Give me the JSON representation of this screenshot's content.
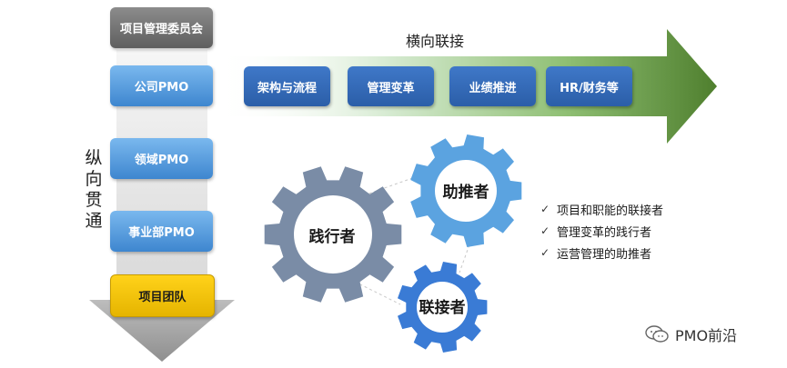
{
  "vertical": {
    "label": "纵向贯通",
    "levels": [
      {
        "label": "项目管理委员会",
        "style": "grey"
      },
      {
        "label": "公司PMO",
        "style": "blue"
      },
      {
        "label": "领域PMO",
        "style": "blue"
      },
      {
        "label": "事业部PMO",
        "style": "blue"
      },
      {
        "label": "项目团队",
        "style": "gold"
      }
    ]
  },
  "horizontal": {
    "label": "横向联接",
    "items": [
      "架构与流程",
      "管理变革",
      "业绩推进",
      "HR/财务等"
    ]
  },
  "gears": {
    "practitioner": "践行者",
    "promoter": "助推者",
    "connector": "联接者"
  },
  "roles": [
    "项目和职能的联接者",
    "管理变革的践行者",
    "运营管理的助推者"
  ],
  "watermark": "PMO前沿",
  "colors": {
    "gear_grey": "#7a8ca6",
    "gear_light_blue": "#5ba3e0",
    "gear_blue": "#3a7bd5",
    "arrow_green": "#4f7f2e"
  },
  "icons": {
    "check": "check-icon",
    "watermark": "wechat-icon"
  }
}
